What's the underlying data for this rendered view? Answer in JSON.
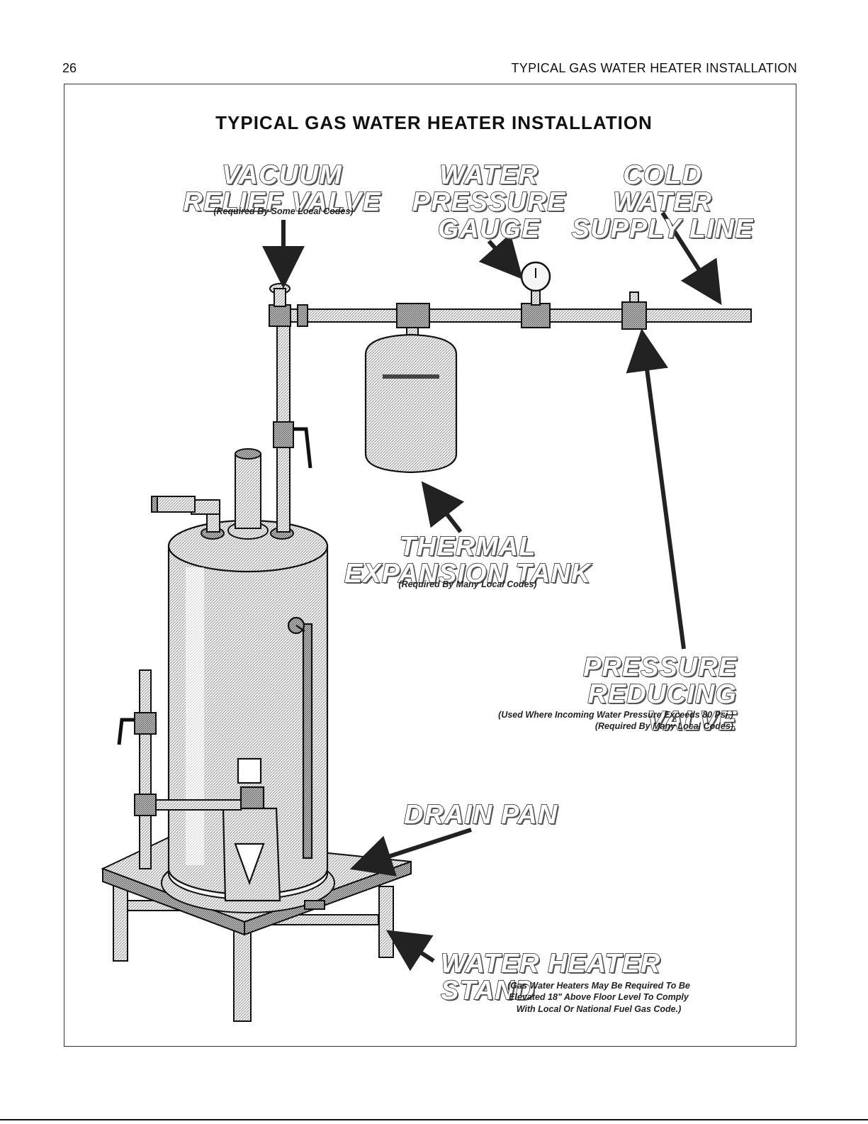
{
  "page": {
    "number": "26",
    "header": "TYPICAL GAS WATER HEATER INSTALLATION"
  },
  "figure": {
    "title": "TYPICAL GAS WATER HEATER INSTALLATION",
    "labels": {
      "vacuum_relief_valve": {
        "line1": "VACUUM",
        "line2": "RELIEF VALVE",
        "note": "(Required By Some Local Codes)"
      },
      "water_pressure_gauge": {
        "line1": "WATER",
        "line2": "PRESSURE",
        "line3": "GAUGE"
      },
      "cold_water_supply_line": {
        "line1": "COLD WATER",
        "line2": "SUPPLY LINE"
      },
      "thermal_expansion_tank": {
        "line1": "THERMAL",
        "line2": "EXPANSION TANK",
        "note": "(Required By Many Local Codes)"
      },
      "pressure_reducing_valve": {
        "line1": "PRESSURE",
        "line2": "REDUCING VALVE",
        "note1": "(Used Where Incoming Water Pressure Exceeds 80 Psi.)",
        "note2": "(Required By Many Local Codes)"
      },
      "drain_pan": {
        "line1": "DRAIN PAN"
      },
      "water_heater_stand": {
        "line1": "WATER HEATER STAND",
        "note1": "(Gas Water Heaters May Be Required To Be",
        "note2": "Elevated 18\" Above Floor Level To Comply",
        "note3": "With Local Or National Fuel Gas Code.)"
      }
    }
  },
  "colors": {
    "ink": "#111111",
    "metal_fill": "#e8e8e8",
    "metal_shade": "#9a9a9a"
  }
}
